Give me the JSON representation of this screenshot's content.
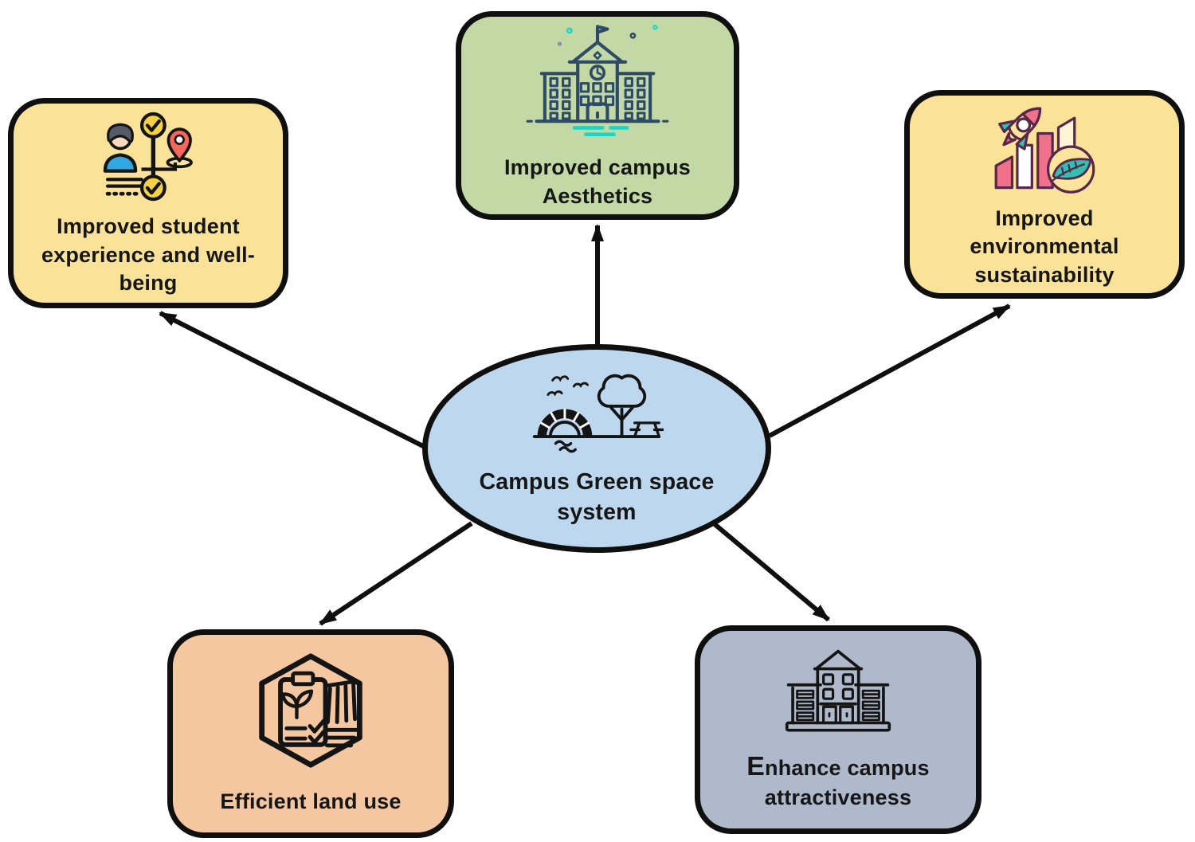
{
  "diagram": {
    "type": "hub-and-spoke",
    "background": "#ffffff",
    "border_color": "#0f0f0f",
    "arrow_color": "#0f0f0f",
    "text_color": "#161616"
  },
  "center": {
    "id": "campus-green-space",
    "label": "Campus Green space system",
    "fill": "#BDD7EE",
    "icon": "park-icon"
  },
  "nodes": [
    {
      "id": "student",
      "label": "Improved student experience and well-being",
      "fill": "#FAE298",
      "icon": "student-journey-icon"
    },
    {
      "id": "aesthetics",
      "label": "Improved campus Aesthetics",
      "fill": "#C2D9A5",
      "icon": "school-building-icon"
    },
    {
      "id": "sustainability",
      "label": "Improved environmental sustainability",
      "fill": "#FAE298",
      "icon": "rocket-growth-leaf-icon"
    },
    {
      "id": "landuse",
      "label": "Efficient land use",
      "fill": "#F5C7A1",
      "icon": "land-plan-icon"
    },
    {
      "id": "attractiveness",
      "label": "Enhance campus attractiveness",
      "fill": "#AEB9CC",
      "icon": "campus-building-icon"
    }
  ],
  "edges": [
    {
      "from": "campus-green-space",
      "to": "student"
    },
    {
      "from": "campus-green-space",
      "to": "aesthetics"
    },
    {
      "from": "campus-green-space",
      "to": "sustainability"
    },
    {
      "from": "campus-green-space",
      "to": "landuse"
    },
    {
      "from": "campus-green-space",
      "to": "attractiveness"
    }
  ],
  "icon_colors": {
    "outline_navy": "#2F4A66",
    "teal": "#23D3C2",
    "maroon_outline": "#57284B",
    "pink": "#F0728A",
    "coral_pin": "#F2695C",
    "yellow_check": "#F6D243",
    "shirt_blue": "#2FA8E1",
    "skin": "#F8D9BD"
  }
}
